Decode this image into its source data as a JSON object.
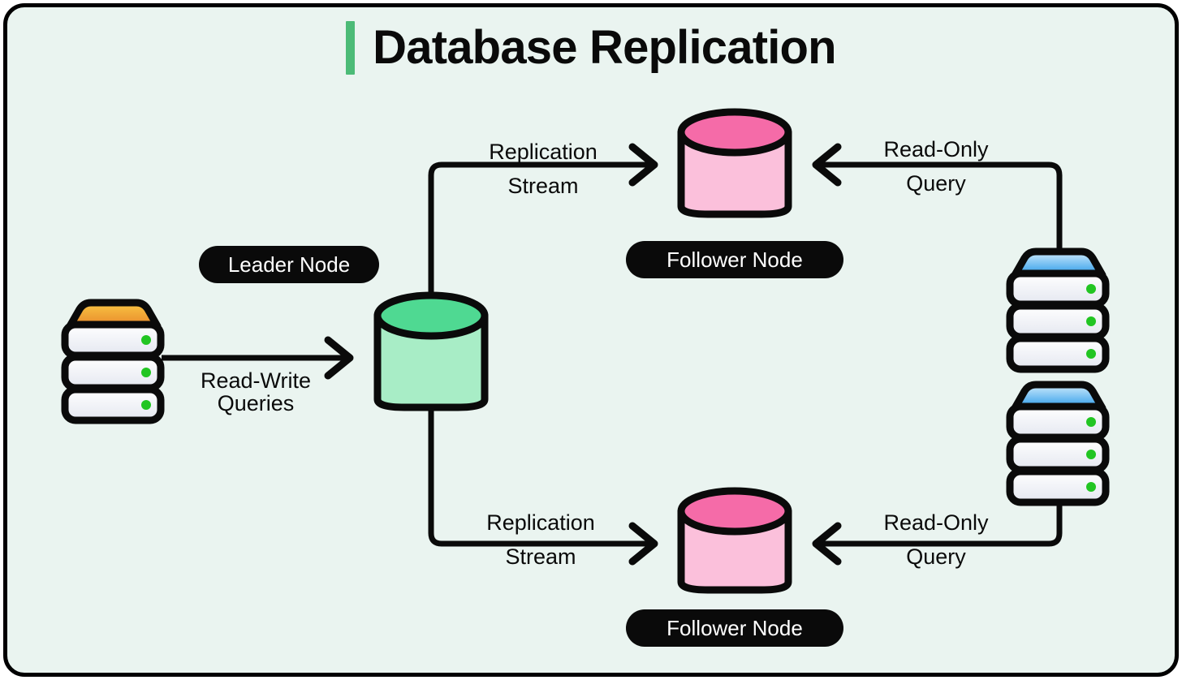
{
  "diagram": {
    "title": "Database Replication",
    "accent_color": "#4CBB77",
    "background_color": "#EAF4F0",
    "border_color": "#000000",
    "nodes": [
      {
        "id": "client-writer",
        "kind": "server-stack",
        "accent": "orange",
        "top_color_from": "#F9C543",
        "top_color_to": "#E8892B",
        "status_dot_color": "#22C522",
        "layers": 3
      },
      {
        "id": "leader-db",
        "kind": "database-cylinder",
        "body_color": "#A8EDC6",
        "top_color": "#4FD992",
        "badge": "Leader Node"
      },
      {
        "id": "follower-db-top",
        "kind": "database-cylinder",
        "body_color": "#FBC0DB",
        "top_color": "#F56BA8",
        "badge": "Follower Node"
      },
      {
        "id": "follower-db-bottom",
        "kind": "database-cylinder",
        "body_color": "#FBC0DB",
        "top_color": "#F56BA8",
        "badge": "Follower Node"
      },
      {
        "id": "client-reader-top",
        "kind": "server-stack",
        "accent": "blue",
        "top_color_from": "#BFE6FB",
        "top_color_to": "#2C9BEA",
        "status_dot_color": "#22C522",
        "layers": 3
      },
      {
        "id": "client-reader-bottom",
        "kind": "server-stack",
        "accent": "blue",
        "top_color_from": "#BFE6FB",
        "top_color_to": "#2C9BEA",
        "status_dot_color": "#22C522",
        "layers": 3
      }
    ],
    "edges": [
      {
        "id": "read-write",
        "label_line1": "Read-Write",
        "label_line2": "Queries",
        "from": "client-writer",
        "to": "leader-db",
        "direction": "right"
      },
      {
        "id": "replication-top",
        "label_line1": "Replication",
        "label_line2": "Stream",
        "from": "leader-db",
        "to": "follower-db-top",
        "direction": "right"
      },
      {
        "id": "replication-bottom",
        "label_line1": "Replication",
        "label_line2": "Stream",
        "from": "leader-db",
        "to": "follower-db-bottom",
        "direction": "right"
      },
      {
        "id": "read-only-top",
        "label_line1": "Read-Only",
        "label_line2": "Query",
        "from": "client-reader-top",
        "to": "follower-db-top",
        "direction": "left"
      },
      {
        "id": "read-only-bottom",
        "label_line1": "Read-Only",
        "label_line2": "Query",
        "from": "client-reader-bottom",
        "to": "follower-db-bottom",
        "direction": "left"
      }
    ],
    "badges": {
      "leader": "Leader Node",
      "follower_top": "Follower Node",
      "follower_bottom": "Follower Node"
    }
  }
}
